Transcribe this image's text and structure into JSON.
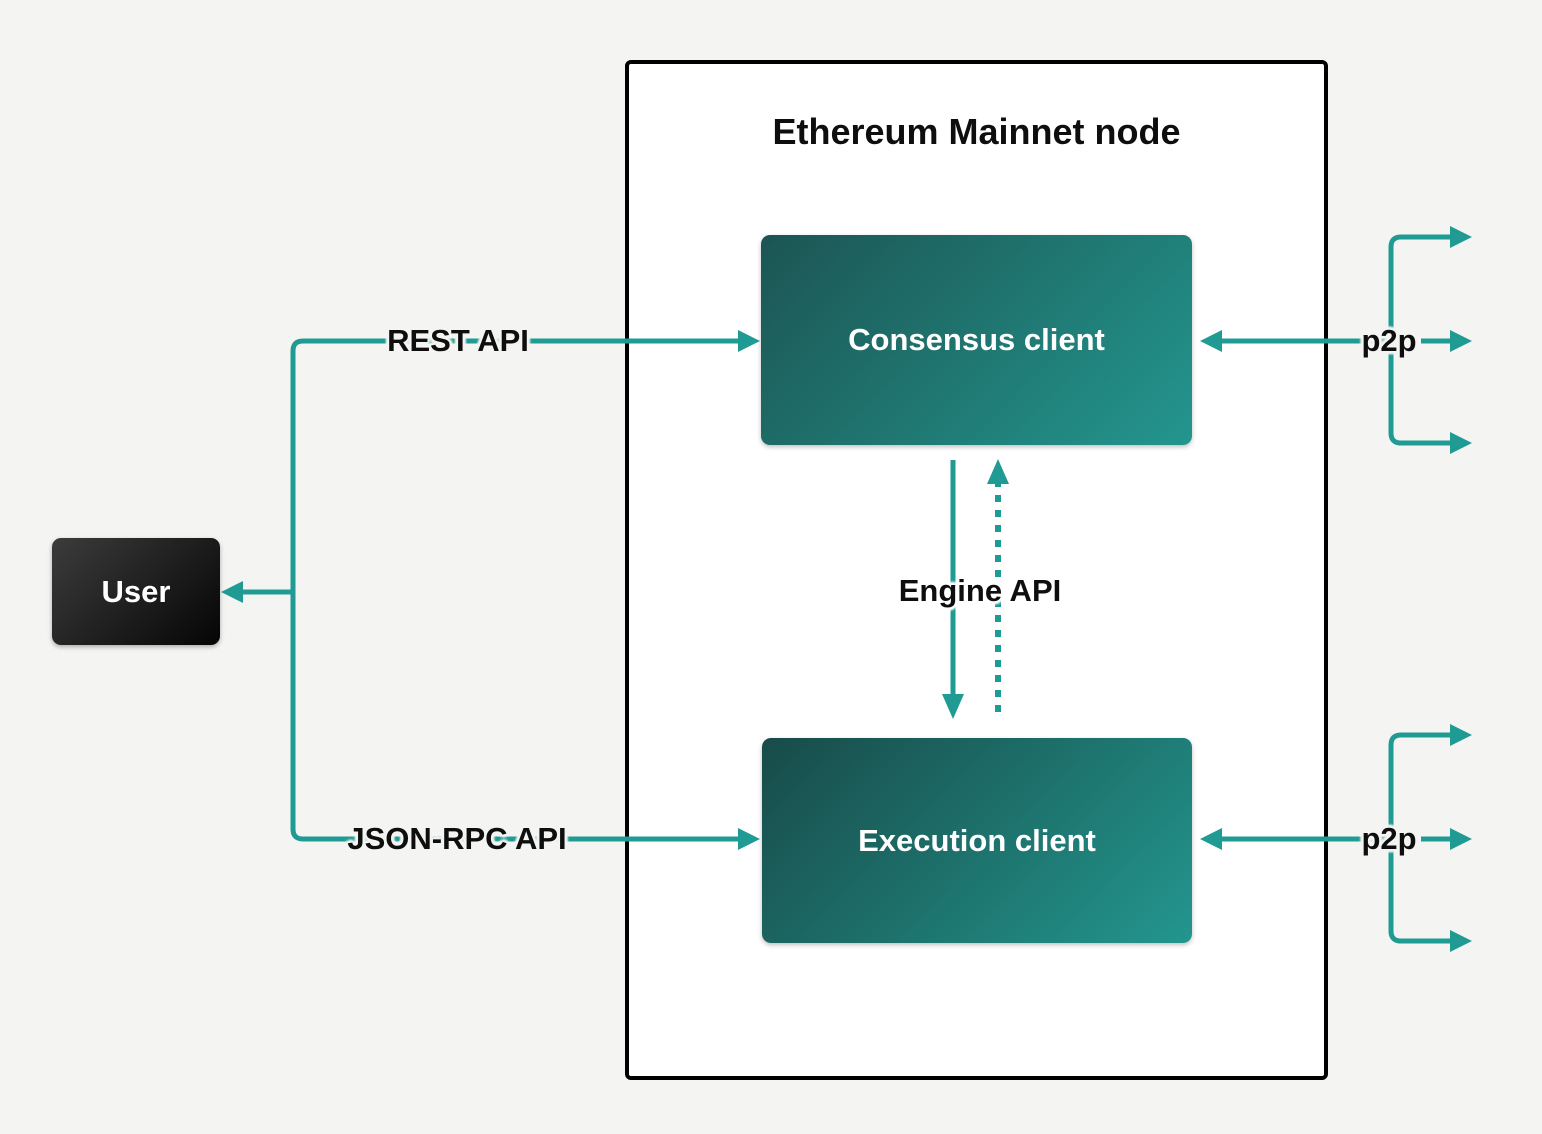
{
  "node": {
    "title": "Ethereum Mainnet node",
    "consensus_label": "Consensus client",
    "execution_label": "Execution client"
  },
  "user": {
    "label": "User"
  },
  "connectors": {
    "rest_api": "REST API",
    "json_rpc_api": "JSON-RPC API",
    "engine_api": "Engine API",
    "p2p_top": "p2p",
    "p2p_bottom": "p2p"
  },
  "colors": {
    "page_background": "#f4f4f2",
    "node_background": "#ffffff",
    "node_border": "#000000",
    "accent_teal": "#1f9b94",
    "client_gradient_start": "#1c5553",
    "client_gradient_end": "#23968e",
    "user_gradient_start": "#3c3c3c",
    "user_gradient_end": "#050505",
    "label_text": "#0e0e0e",
    "box_text": "#ffffff"
  }
}
